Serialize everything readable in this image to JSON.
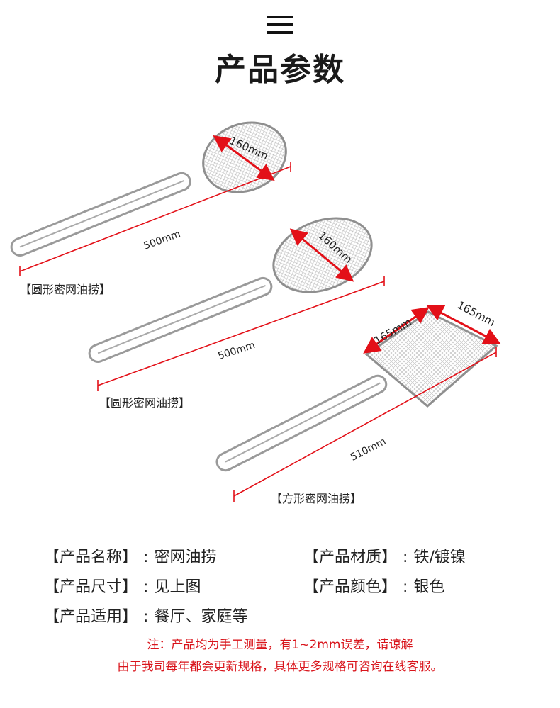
{
  "header": {
    "menu_icon": "hamburger-menu-icon",
    "title": "产品参数"
  },
  "products": [
    {
      "label": "【圆形密网油捞】",
      "diameter": "160mm",
      "length": "500mm"
    },
    {
      "label": "【圆形密网油捞】",
      "diameter": "160mm",
      "length": "500mm"
    },
    {
      "label": "【方形密网油捞】",
      "width": "165mm",
      "height": "165mm",
      "length": "510mm"
    }
  ],
  "specs": {
    "name": {
      "key": "【产品名称】",
      "sep": ":",
      "value": "密网油捞"
    },
    "material": {
      "key": "【产品材质】",
      "sep": ":",
      "value": "铁/镀镍"
    },
    "size": {
      "key": "【产品尺寸】",
      "sep": ":",
      "value": "见上图"
    },
    "color": {
      "key": "【产品颜色】",
      "sep": ":",
      "value": "银色"
    },
    "usage": {
      "key": "【产品适用】",
      "sep": ":",
      "value": "餐厅、家庭等"
    }
  },
  "notes": {
    "line1": "注：产品均为手工测量，有1~2mm误差，请谅解",
    "line2": "由于我司每年都会更新规格，具体更多规格可咨询在线客服。"
  },
  "colors": {
    "accent": "#d9141b",
    "text": "#222222",
    "wire": "#9a9a9a"
  }
}
